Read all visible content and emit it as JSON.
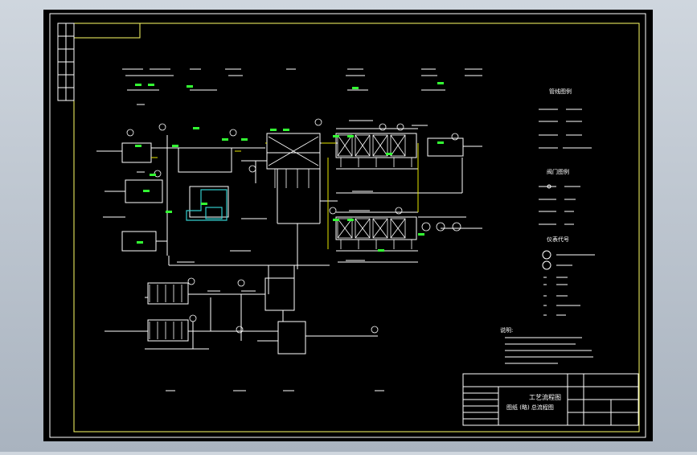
{
  "colors": {
    "background": "#cfd6de",
    "canvas": "#000000",
    "line": "#ffffff",
    "border": "#ffff66",
    "accent_green": "#33ff33",
    "accent_cyan": "#33cccc"
  },
  "title_block": {
    "drawing_title": "工艺流程图",
    "drawing_subtitle": "图纸 (略) 总流程图"
  },
  "legend": {
    "section_1": "管线图例",
    "section_2": "阀门图例",
    "section_3": "仪表代号"
  },
  "notes": {
    "heading": "说明:"
  }
}
